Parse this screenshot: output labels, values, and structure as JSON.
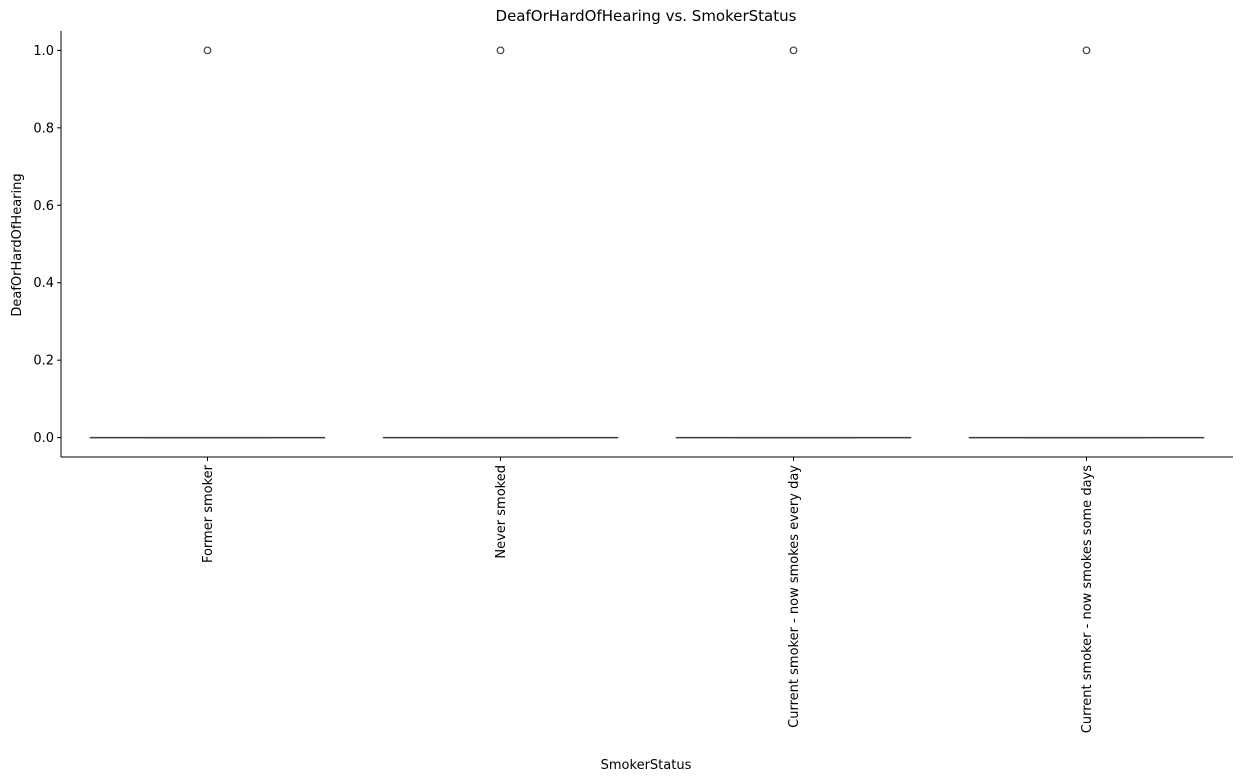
{
  "chart_data": {
    "type": "box",
    "title": "DeafOrHardOfHearing vs. SmokerStatus",
    "xlabel": "SmokerStatus",
    "ylabel": "DeafOrHardOfHearing",
    "categories": [
      "Former smoker",
      "Never smoked",
      "Current smoker - now smokes every day",
      "Current smoker - now smokes some days"
    ],
    "boxes": [
      {
        "min": 0,
        "q1": 0,
        "median": 0,
        "q3": 0,
        "max": 0,
        "outliers": [
          1
        ]
      },
      {
        "min": 0,
        "q1": 0,
        "median": 0,
        "q3": 0,
        "max": 0,
        "outliers": [
          1
        ]
      },
      {
        "min": 0,
        "q1": 0,
        "median": 0,
        "q3": 0,
        "max": 0,
        "outliers": [
          1
        ]
      },
      {
        "min": 0,
        "q1": 0,
        "median": 0,
        "q3": 0,
        "max": 0,
        "outliers": [
          1
        ]
      }
    ],
    "yticks": [
      "0.0",
      "0.2",
      "0.4",
      "0.6",
      "0.8",
      "1.0"
    ],
    "ylim": [
      -0.05,
      1.05
    ],
    "grid": false,
    "box_color": "#3f3f3f"
  }
}
